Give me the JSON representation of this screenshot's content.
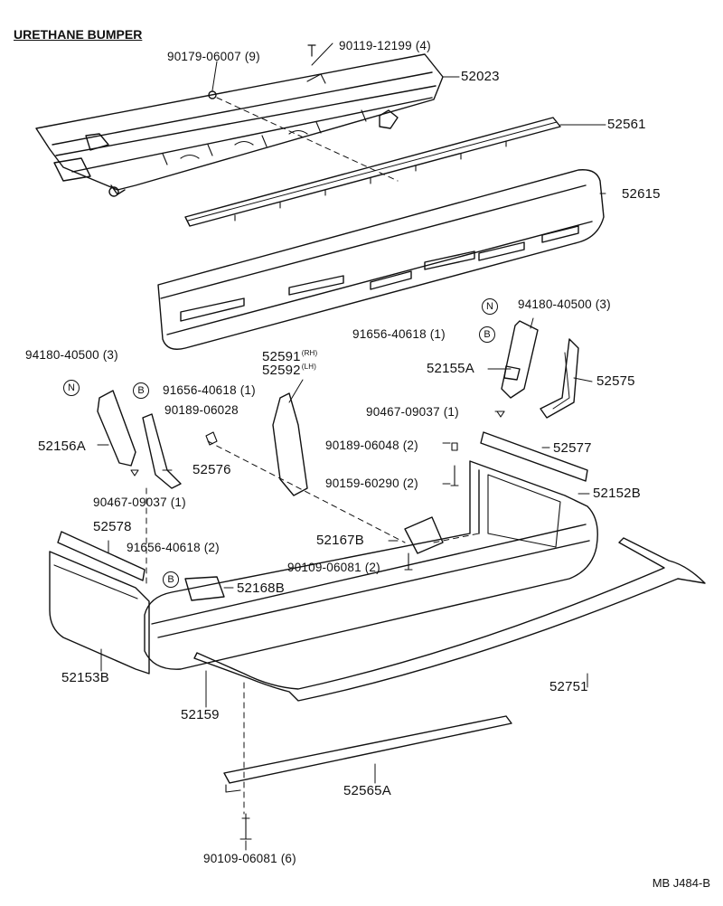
{
  "title": "URETHANE BUMPER",
  "drawing_code": "MB J484-B",
  "symbols": {
    "n": "N",
    "b": "B"
  },
  "labels": {
    "p90179": "90179-06007 (9)",
    "p90119": "90119-12199 (4)",
    "p52023": "52023",
    "p52561": "52561",
    "p52615": "52615",
    "p94180_r": "94180-40500 (3)",
    "p91656_r": "91656-40618 (1)",
    "p52155A": "52155A",
    "p52575": "52575",
    "p90467_r": "90467-09037 (1)",
    "p52591": "52591",
    "p52591_sub": "(RH)",
    "p52592": "52592",
    "p52592_sub": "(LH)",
    "p94180_l": "94180-40500 (3)",
    "p91656_l": "91656-40618 (1)",
    "p90189_028": "90189-06028",
    "p52156A": "52156A",
    "p52576": "52576",
    "p90467_l": "90467-09037 (1)",
    "p90189_048": "90189-06048 (2)",
    "p52577": "52577",
    "p90159": "90159-60290 (2)",
    "p52152B": "52152B",
    "p52578": "52578",
    "p91656_2": "91656-40618 (2)",
    "p52167B": "52167B",
    "p90109_2": "90109-06081 (2)",
    "p52168B": "52168B",
    "p52153B": "52153B",
    "p52159": "52159",
    "p52751": "52751",
    "p52565A": "52565A",
    "p90109_6": "90109-06081 (6)"
  }
}
